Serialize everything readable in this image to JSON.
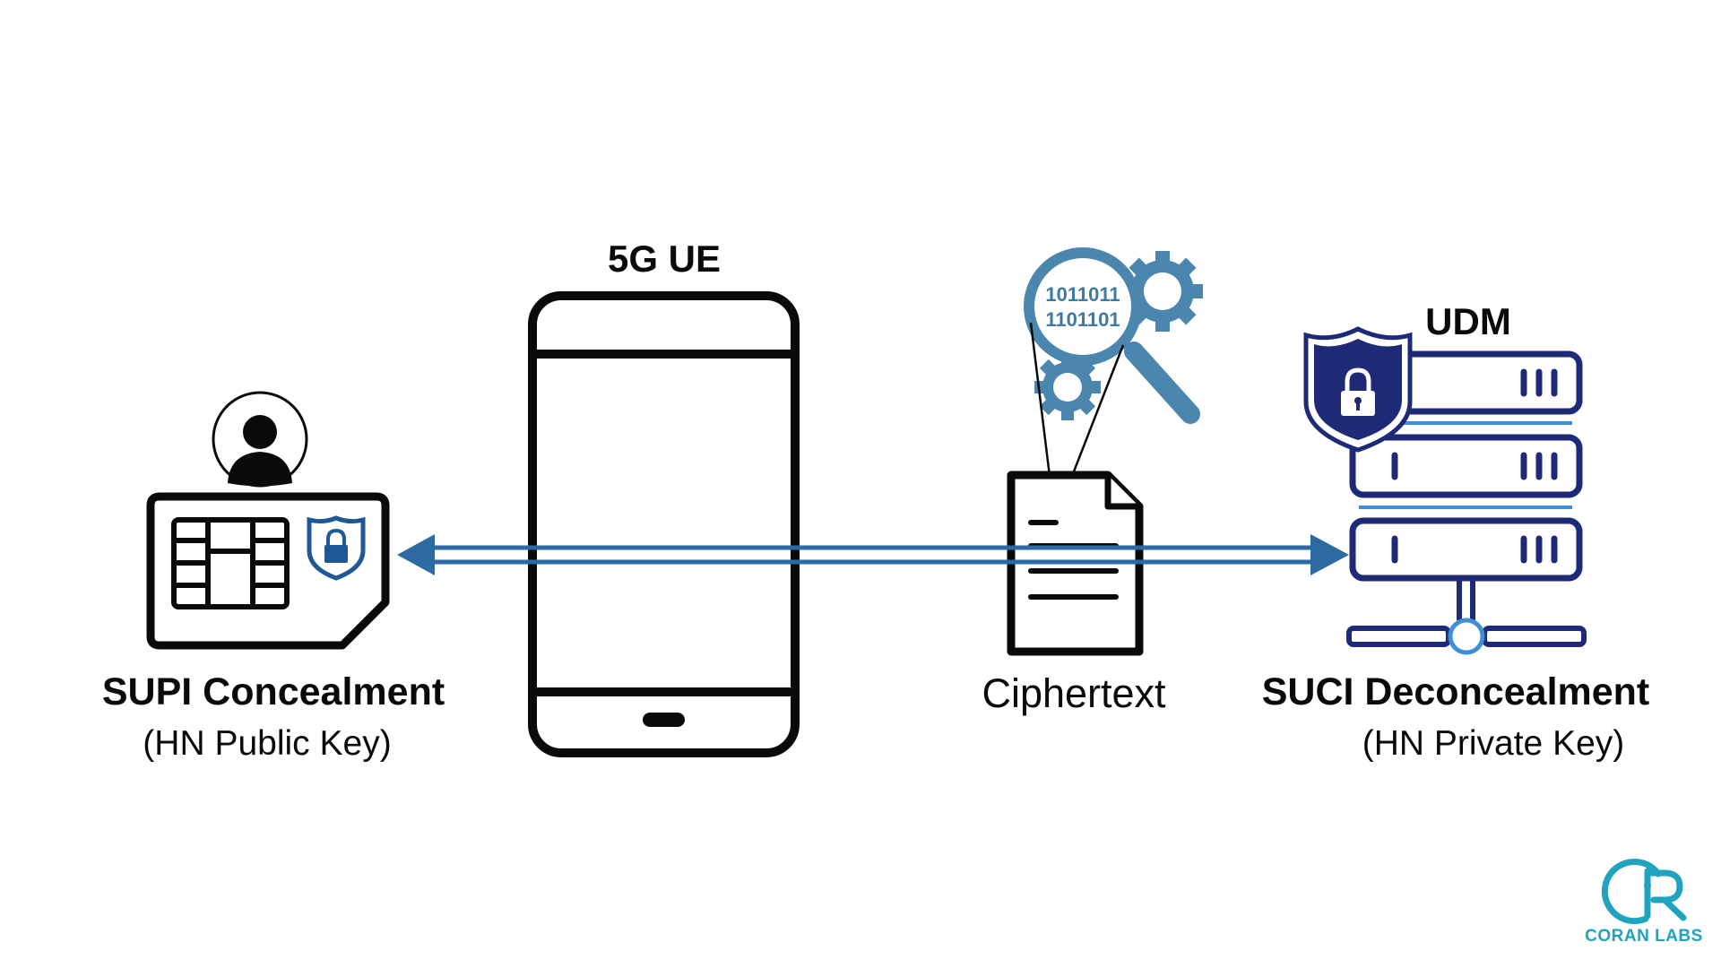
{
  "labels": {
    "ue": "5G UE",
    "udm": "UDM",
    "supi_title": "SUPI Concealment",
    "supi_key": "(HN Public Key)",
    "ciphertext": "Ciphertext",
    "suci_title": "SUCI Deconcealment",
    "suci_key": "(HN Private Key)",
    "binary_line_1": "1011011",
    "binary_line_2": "1101101",
    "brand_name": "CORAN LABS"
  },
  "icons": {
    "user": "user-avatar-icon",
    "sim": "sim-card-icon",
    "sim_lock": "sim-lock-shield-icon",
    "phone": "smartphone-icon",
    "analysis": "magnifier-gears-icon",
    "document": "ciphertext-document-icon",
    "server": "server-stack-icon",
    "server_lock": "server-lock-shield-icon",
    "logo": "coran-labs-logo-icon"
  },
  "colors": {
    "arrow": "#2d6aa1",
    "magnifier": "#4a86ad",
    "navy": "#1e2a78",
    "shield_blue": "#1c5996",
    "brand": "#1fa3bf",
    "ink": "#0a0a0a"
  }
}
